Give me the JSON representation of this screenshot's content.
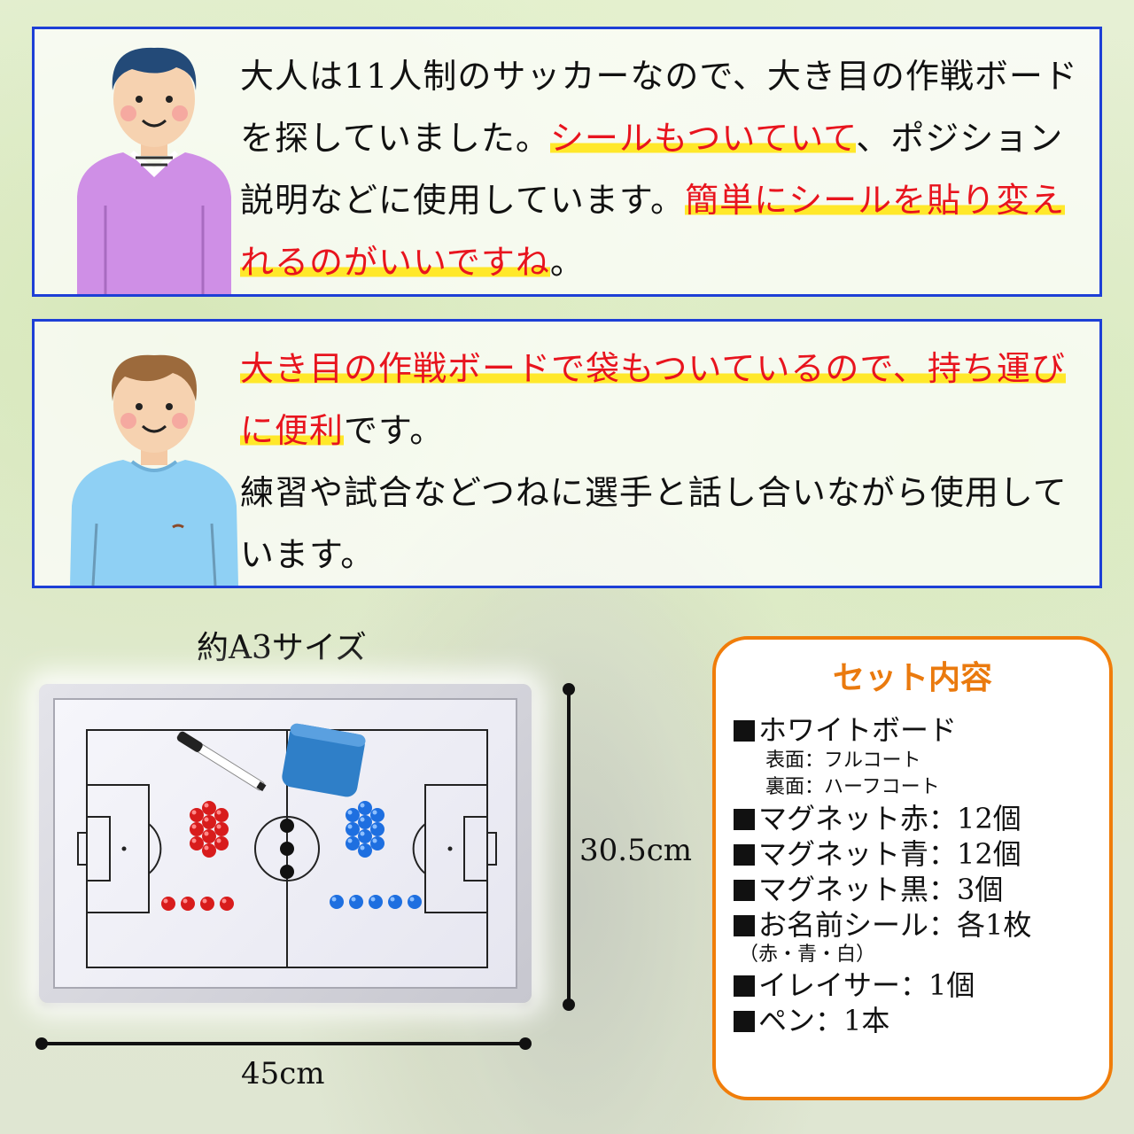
{
  "review1": {
    "line_a": "大人は11人制のサッカーなので、大き目の作戦ボードを探していました。",
    "highlight_a": "シールもついていて",
    "line_b": "、ポジション説明などに使用しています。",
    "highlight_b": "簡単にシールを貼り変えれるのがいいですね",
    "line_c": "。"
  },
  "review2": {
    "highlight_a": "大き目の作戦ボードで袋もついているので、持ち運びに便利",
    "line_a": "です。",
    "line_b": "練習や試合などつねに選手と話し合いながら使用しています。"
  },
  "product": {
    "size_label": "約A3サイズ",
    "width_label": "45cm",
    "height_label": "30.5cm"
  },
  "set_contents": {
    "title": "セット内容",
    "items": [
      {
        "label": "ホワイトボード"
      },
      {
        "sub": "表面：フルコート"
      },
      {
        "sub": "裏面：ハーフコート"
      },
      {
        "label": "マグネット赤：12個"
      },
      {
        "label": "マグネット青：12個"
      },
      {
        "label": "マグネット黒：3個"
      },
      {
        "label": "お名前シール：各1枚"
      },
      {
        "sub2": "（赤・青・白）"
      },
      {
        "label": "イレイサー：1個"
      },
      {
        "label": "ペン：1本"
      }
    ]
  },
  "colors": {
    "card_border": "#1d3fd6",
    "highlight_text": "#e8141e",
    "highlight_marker": "#ffe82a",
    "set_border": "#f07d0a"
  }
}
